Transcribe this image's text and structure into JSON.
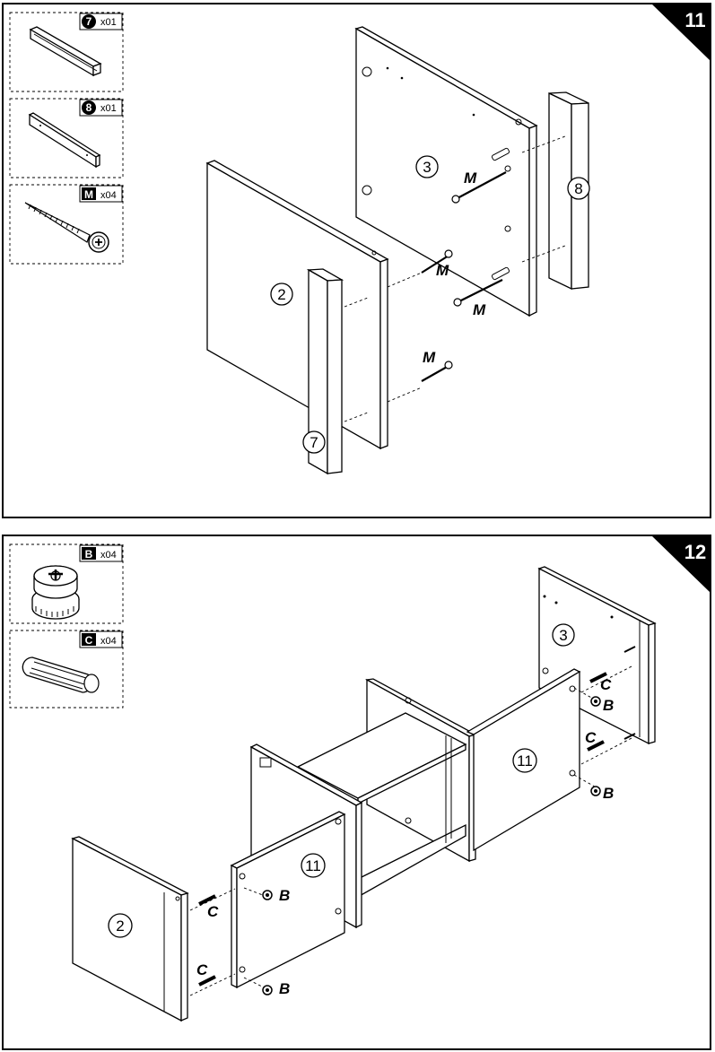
{
  "steps": [
    {
      "number": "11",
      "parts_list": [
        {
          "id": "7",
          "qty": "x01",
          "badge_style": "circle"
        },
        {
          "id": "8",
          "qty": "x01",
          "badge_style": "circle"
        },
        {
          "id": "M",
          "qty": "x04",
          "badge_style": "square"
        }
      ],
      "part_labels": {
        "p2": "2",
        "p3": "3",
        "p7": "7",
        "p8": "8"
      },
      "hardware_labels": [
        "M",
        "M",
        "M",
        "M"
      ]
    },
    {
      "number": "12",
      "parts_list": [
        {
          "id": "B",
          "qty": "x04",
          "badge_style": "square"
        },
        {
          "id": "C",
          "qty": "x04",
          "badge_style": "square"
        }
      ],
      "part_labels": {
        "p2": "2",
        "p3": "3",
        "p11a": "11",
        "p11b": "11"
      },
      "hardware_labels": {
        "c1": "C",
        "c2": "C",
        "c3": "C",
        "c4": "C",
        "b1": "B",
        "b2": "B",
        "b3": "B",
        "b4": "B"
      }
    }
  ]
}
